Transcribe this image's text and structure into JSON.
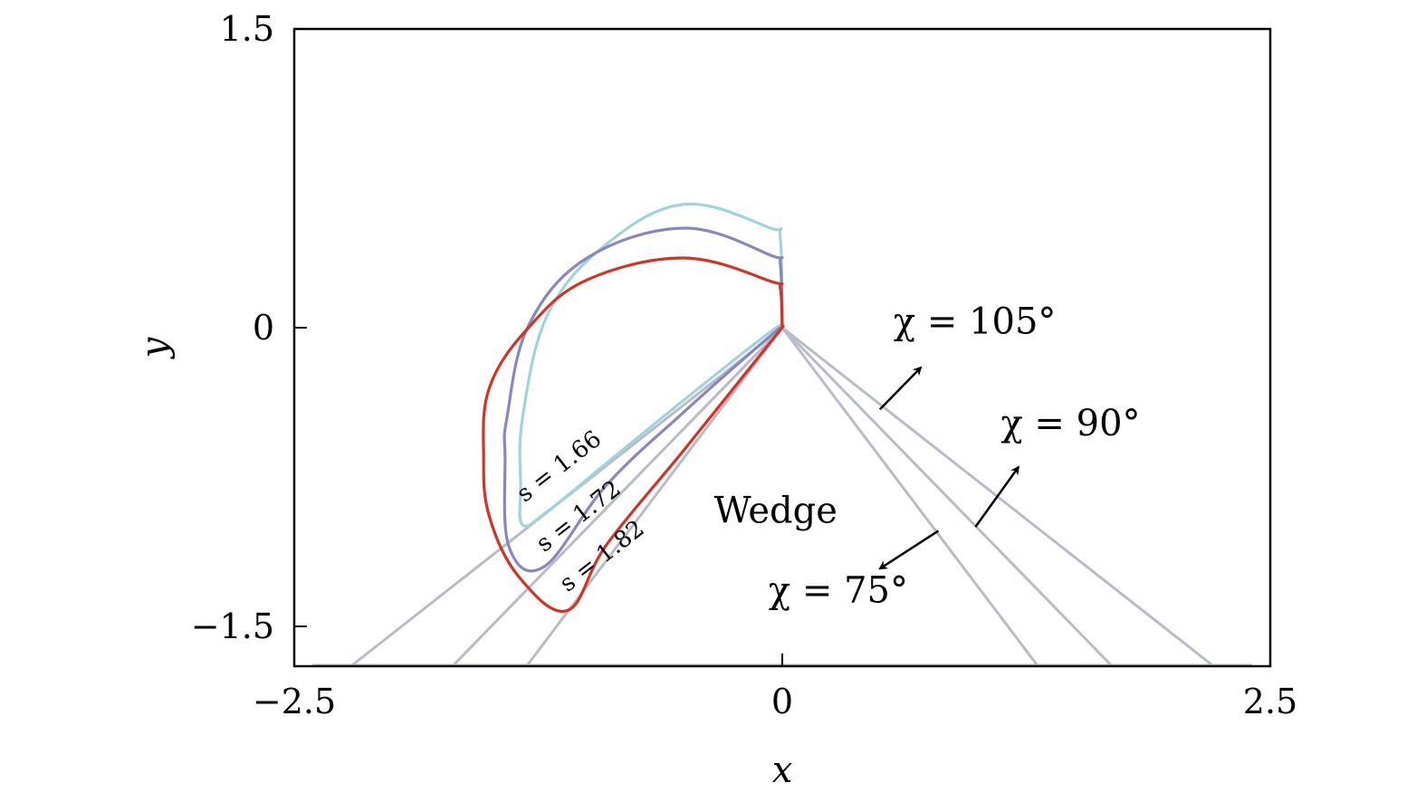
{
  "chart_data": {
    "type": "line",
    "title": "",
    "xlabel": "x",
    "ylabel": "y",
    "xlim": [
      -2.5,
      2.5
    ],
    "ylim": [
      -1.7,
      1.5
    ],
    "x_ticks": [
      {
        "value": -2.5,
        "label": "−2.5"
      },
      {
        "value": 0,
        "label": "0"
      },
      {
        "value": 2.5,
        "label": "2.5"
      }
    ],
    "y_ticks": [
      {
        "value": 1.5,
        "label": "1.5"
      },
      {
        "value": 0,
        "label": "0"
      },
      {
        "value": -1.5,
        "label": "−1.5"
      }
    ],
    "grid": false,
    "colors": {
      "wedge": "#b8bcc6",
      "s166": "#9fd4de",
      "s172": "#8a86bf",
      "s182": "#d43226",
      "arrow": "#000000"
    },
    "wedges": [
      {
        "name": "χ = 105°",
        "left_base_x": -1.31,
        "right_base_x": 2.21
      },
      {
        "name": "χ = 90°",
        "left_base_x": -1.69,
        "right_base_x": 1.69
      },
      {
        "name": "χ = 75°",
        "left_base_x": -2.21,
        "right_base_x": 1.31
      }
    ],
    "series": [
      {
        "name": "s = 1.66",
        "color": "#9fd4de",
        "x": [
          0,
          -0.06,
          -0.5,
          -0.9,
          -1.2,
          -1.33,
          -1.34,
          -1.33,
          -1.2,
          -0.9,
          -0.5,
          -0.06,
          -0.01,
          0
        ],
        "y": [
          0,
          -0.02,
          -0.36,
          -0.68,
          -0.92,
          -0.99,
          -0.8,
          -0.45,
          0.07,
          0.42,
          0.62,
          0.5,
          0.45,
          0
        ]
      },
      {
        "name": "s = 1.72",
        "color": "#8a86bf",
        "x": [
          0,
          -0.06,
          -0.5,
          -0.9,
          -1.22,
          -1.4,
          -1.42,
          -1.41,
          -1.3,
          -1.0,
          -0.5,
          -0.05,
          -0.01,
          0
        ],
        "y": [
          0,
          -0.04,
          -0.42,
          -0.79,
          -1.2,
          -1.1,
          -0.65,
          -0.45,
          0.01,
          0.35,
          0.5,
          0.36,
          0.32,
          0
        ]
      },
      {
        "name": "s = 1.82",
        "color": "#d43226",
        "x": [
          0,
          -0.05,
          -0.5,
          -0.9,
          -1.1,
          -1.35,
          -1.5,
          -1.53,
          -1.5,
          -1.3,
          -1.0,
          -0.5,
          -0.05,
          -0.01,
          0
        ],
        "y": [
          0,
          -0.06,
          -0.61,
          -1.09,
          -1.42,
          -1.25,
          -0.95,
          -0.65,
          -0.3,
          0.0,
          0.24,
          0.35,
          0.23,
          0.2,
          0
        ]
      }
    ],
    "annotations": [
      {
        "text": "χ = 105°",
        "x": 0.57,
        "y": -0.03,
        "size": "large"
      },
      {
        "text": "χ = 90°",
        "x": 1.12,
        "y": -0.54,
        "size": "large"
      },
      {
        "text": "χ = 75°",
        "x": -0.07,
        "y": -1.38,
        "size": "large"
      },
      {
        "text": "Wedge",
        "x": -0.35,
        "y": -0.98,
        "size": "large"
      },
      {
        "text": "s = 1.66",
        "x": -1.32,
        "y": -0.88,
        "rotate": -38,
        "size": "small"
      },
      {
        "text": "s = 1.72",
        "x": -1.22,
        "y": -1.13,
        "rotate": -38,
        "size": "small"
      },
      {
        "text": "s = 1.82",
        "x": -1.1,
        "y": -1.33,
        "rotate": -38,
        "size": "small"
      }
    ],
    "arrows": [
      {
        "x1": 0.5,
        "y1": -0.41,
        "x2": 0.71,
        "y2": -0.2
      },
      {
        "x1": 0.99,
        "y1": -1.0,
        "x2": 1.21,
        "y2": -0.7
      },
      {
        "x1": 0.8,
        "y1": -1.02,
        "x2": 0.5,
        "y2": -1.21
      }
    ]
  }
}
